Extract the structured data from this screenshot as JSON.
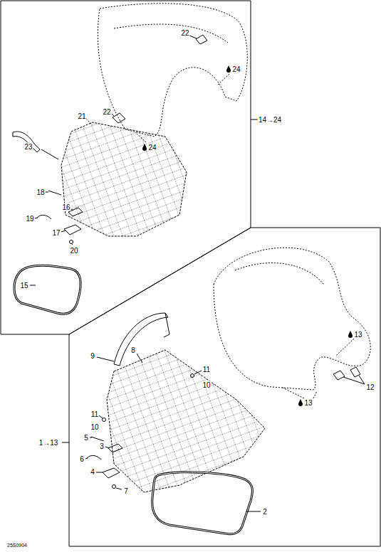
{
  "diagram": {
    "labels": [
      "22",
      "24",
      "14→24",
      "22",
      "21",
      "23",
      "24",
      "18",
      "16",
      "19",
      "17",
      "20",
      "15",
      "13",
      "9",
      "8",
      "11",
      "10",
      "12",
      "13",
      "11",
      "10",
      "5",
      "1→13",
      "3",
      "6",
      "4",
      "7",
      "2",
      "25S0904"
    ]
  }
}
